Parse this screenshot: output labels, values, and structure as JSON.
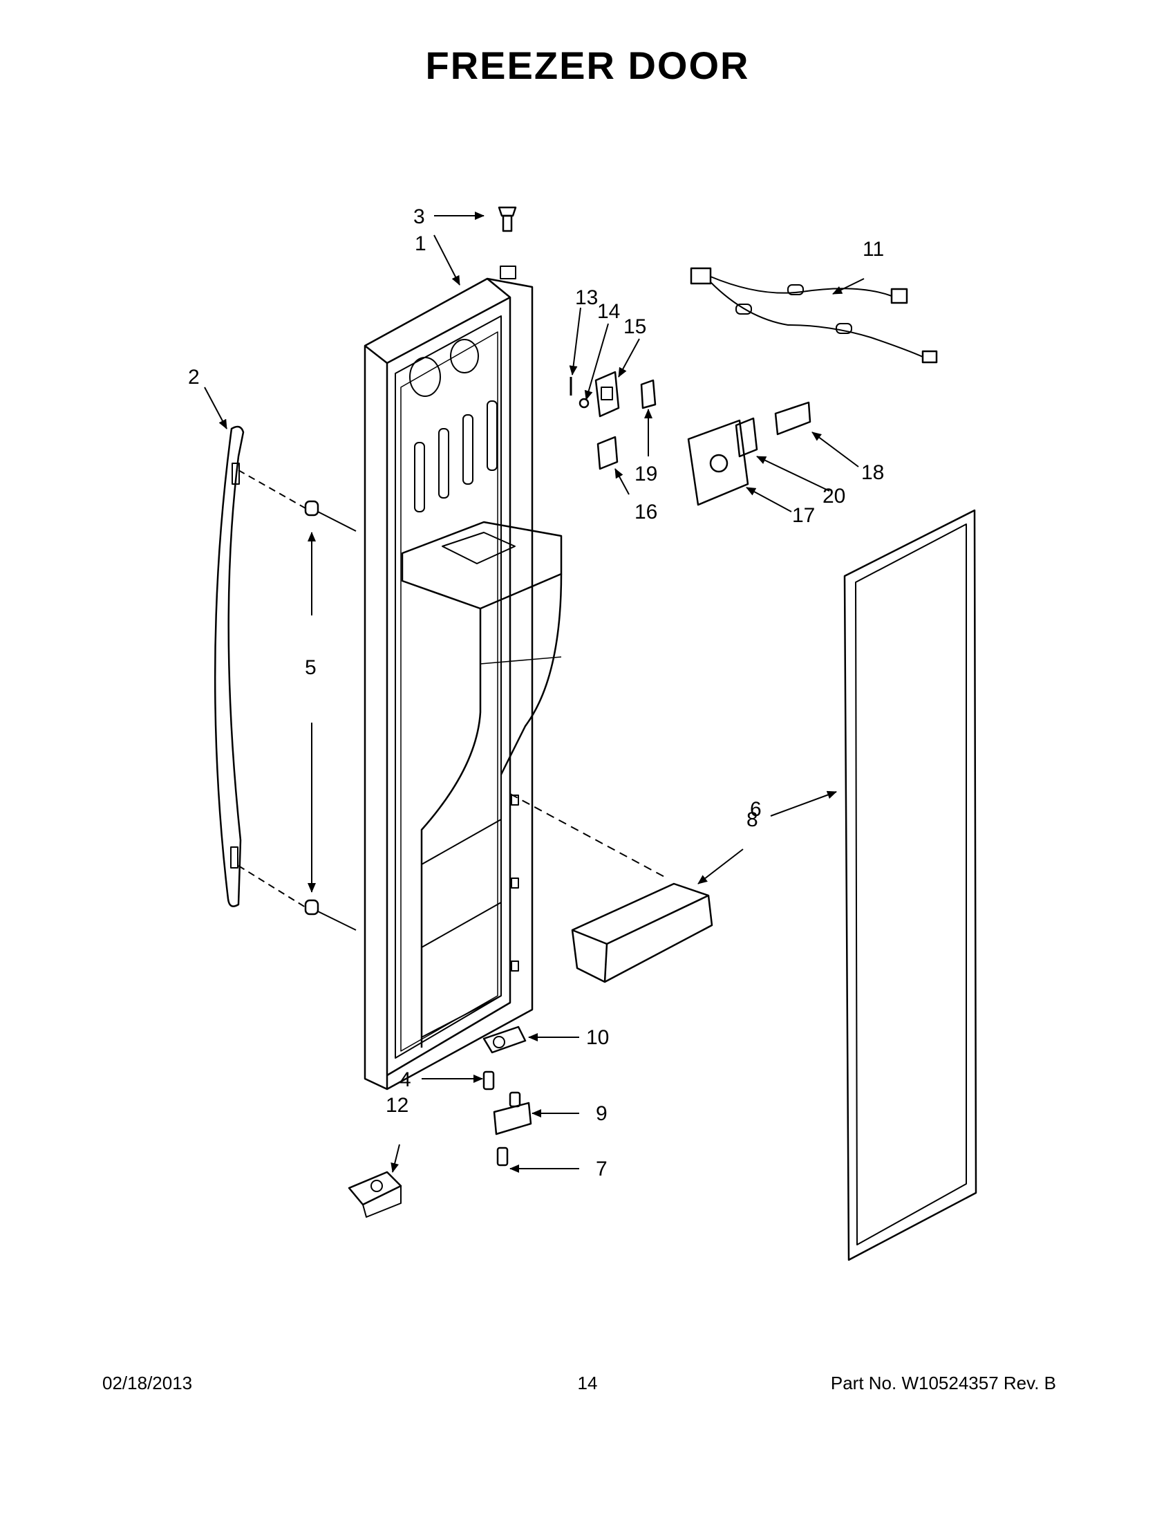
{
  "title": "FREEZER DOOR",
  "callouts": [
    "1",
    "2",
    "3",
    "4",
    "5",
    "6",
    "7",
    "8",
    "9",
    "10",
    "11",
    "12",
    "13",
    "14",
    "15",
    "16",
    "17",
    "18",
    "19",
    "20"
  ],
  "footer": {
    "date": "02/18/2013",
    "page": "14",
    "part": "Part No.  W10524357  Rev.  B"
  }
}
